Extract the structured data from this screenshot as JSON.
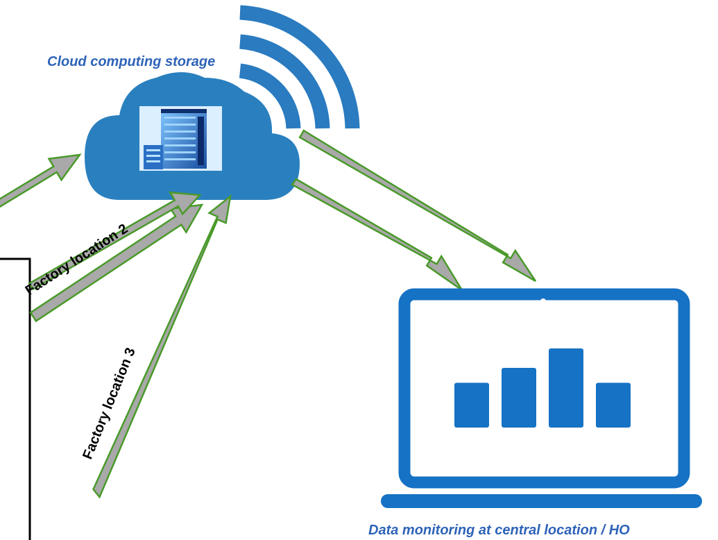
{
  "labels": {
    "cloud": "Cloud computing storage",
    "factory2": "Factory location 2",
    "factory3": "Factory location 3",
    "monitoring": "Data monitoring at central location / HO"
  },
  "colors": {
    "cloud_blue": "#2a80bf",
    "wifi_blue": "#2a7bc0",
    "laptop_blue": "#1672c4",
    "label_blue": "#2e63b8",
    "arrow_fill": "#a9a9a9",
    "arrow_stroke": "#4a9a2a"
  },
  "icons": {
    "cloud": "cloud-icon",
    "server": "server-icon",
    "wifi": "wifi-signal-icon",
    "laptop": "laptop-icon",
    "bar_chart": "bar-chart-icon"
  },
  "monitor_chart": {
    "type": "bar",
    "values": [
      3,
      4,
      5.3,
      3
    ]
  }
}
